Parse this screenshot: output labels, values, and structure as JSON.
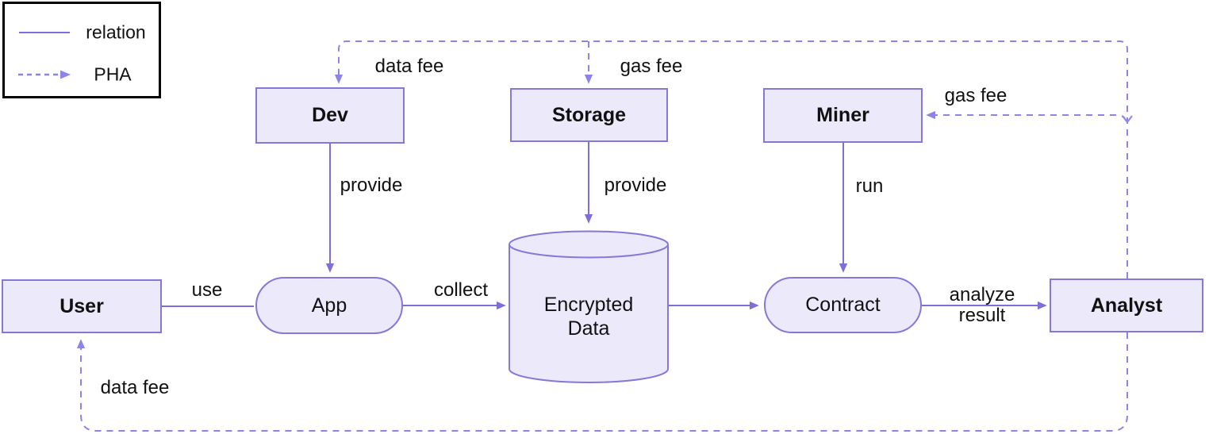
{
  "legend": {
    "items": [
      {
        "label": "relation",
        "line_style": "solid"
      },
      {
        "label": "PHA",
        "line_style": "dashed-arrow"
      }
    ]
  },
  "nodes": {
    "user": {
      "label": "User",
      "shape": "rectangle"
    },
    "dev": {
      "label": "Dev",
      "shape": "rectangle"
    },
    "storage": {
      "label": "Storage",
      "shape": "rectangle"
    },
    "miner": {
      "label": "Miner",
      "shape": "rectangle"
    },
    "analyst": {
      "label": "Analyst",
      "shape": "rectangle"
    },
    "app": {
      "label": "App",
      "shape": "stadium"
    },
    "contract": {
      "label": "Contract",
      "shape": "stadium"
    },
    "encrypted_data": {
      "label_line1": "Encrypted",
      "label_line2": "Data",
      "shape": "cylinder"
    }
  },
  "edges": {
    "use": {
      "label": "use",
      "type": "relation",
      "from": "user",
      "to": "app"
    },
    "dev_provide": {
      "label": "provide",
      "type": "relation",
      "from": "dev",
      "to": "app"
    },
    "storage_provide": {
      "label": "provide",
      "type": "relation",
      "from": "storage",
      "to": "encrypted_data"
    },
    "miner_run": {
      "label": "run",
      "type": "relation",
      "from": "miner",
      "to": "contract"
    },
    "collect": {
      "label": "collect",
      "type": "relation",
      "from": "app",
      "to": "encrypted_data"
    },
    "data_to_contract": {
      "label": "",
      "type": "relation",
      "from": "encrypted_data",
      "to": "contract"
    },
    "analyze_result": {
      "label_line1": "analyze",
      "label_line2": "result",
      "type": "relation",
      "from": "contract",
      "to": "analyst"
    },
    "pha_data_fee_dev": {
      "label": "data fee",
      "type": "PHA",
      "from": "analyst",
      "to": "dev"
    },
    "pha_gas_fee_storage": {
      "label": "gas fee",
      "type": "PHA",
      "from": "analyst",
      "to": "storage"
    },
    "pha_gas_fee_miner": {
      "label": "gas fee",
      "type": "PHA",
      "from": "analyst",
      "to": "miner"
    },
    "pha_data_fee_user": {
      "label": "data fee",
      "type": "PHA",
      "from": "analyst",
      "to": "user"
    }
  },
  "colors": {
    "node_fill": "#eceafa",
    "node_border": "#8478d8",
    "solid_edge": "#7d6fd9",
    "dashed_edge": "#8d84e8",
    "text": "#111111",
    "legend_border": "#000000"
  }
}
